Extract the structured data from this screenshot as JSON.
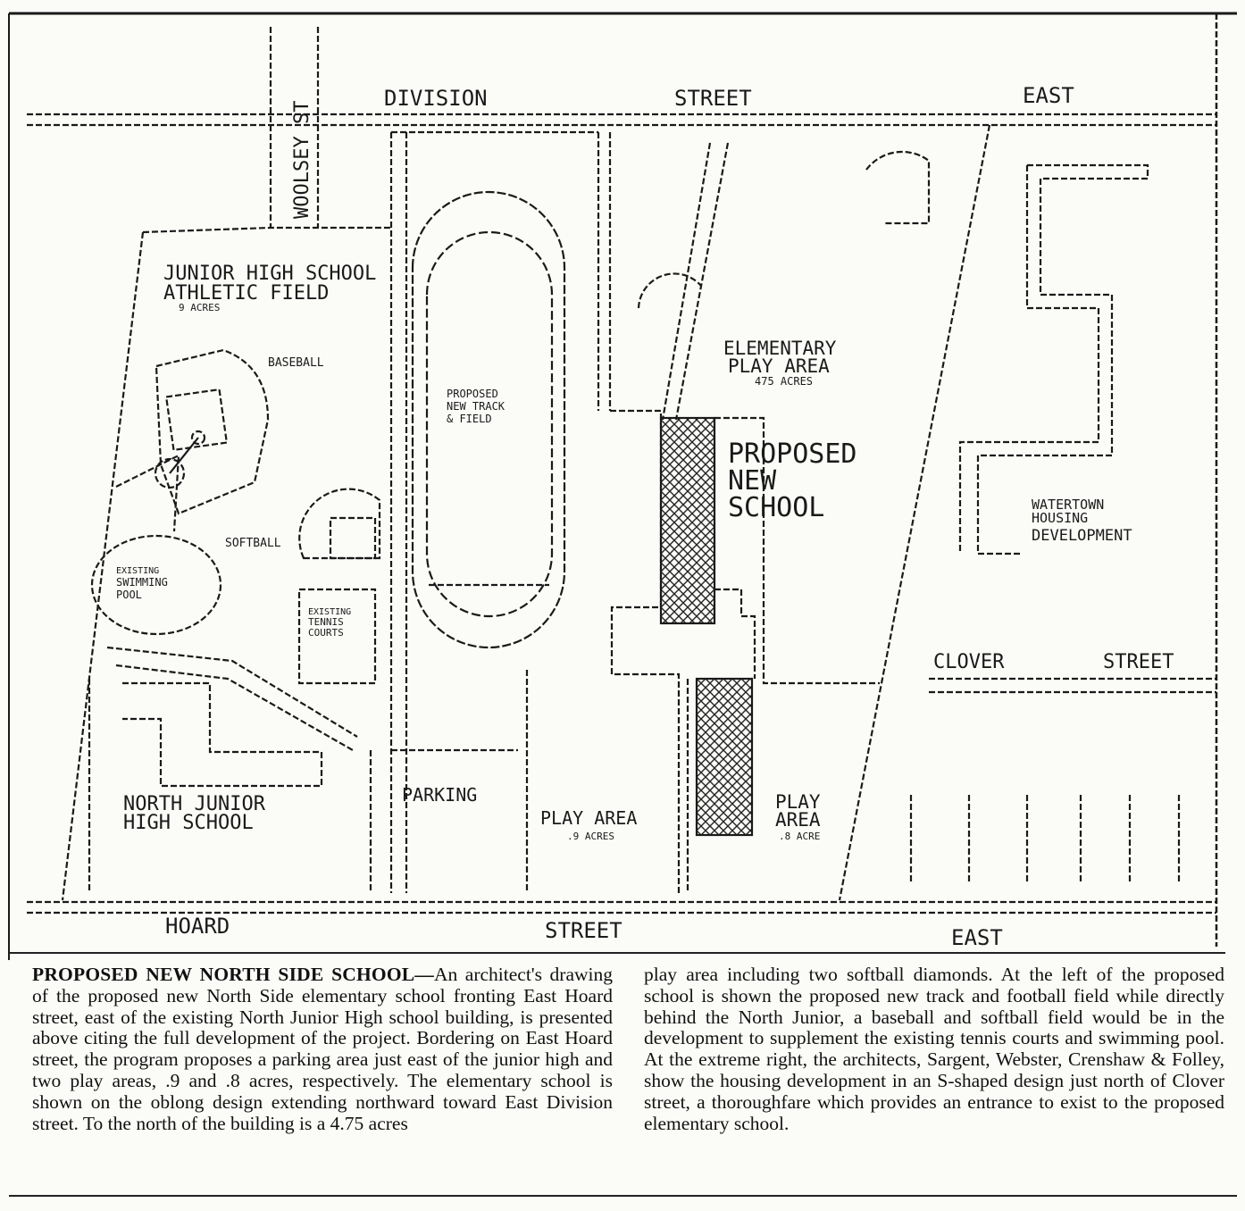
{
  "plan": {
    "streets": {
      "division": "DIVISION",
      "street_top": "STREET",
      "east_top": "EAST",
      "hoard": "HOARD",
      "street_bottom": "STREET",
      "east_bottom": "EAST",
      "woolsey": "WOOLSEY ST",
      "clover": "CLOVER",
      "clover_street": "STREET"
    },
    "areas": {
      "athletic_field_line1": "JUNIOR HIGH SCHOOL",
      "athletic_field_line2": "ATHLETIC FIELD",
      "athletic_field_acres": "9 ACRES",
      "baseball": "BASEBALL",
      "softball": "SOFTBALL",
      "pool_line1": "EXISTING",
      "pool_line2": "SWIMMING",
      "pool_line3": "POOL",
      "tennis_line1": "EXISTING",
      "tennis_line2": "TENNIS",
      "tennis_line3": "COURTS",
      "track_line1": "PROPOSED",
      "track_line2": "NEW TRACK",
      "track_line3": "& FIELD",
      "elem_line1": "ELEMENTARY",
      "elem_line2": "PLAY AREA",
      "elem_acres": "475 ACRES",
      "school_line1": "PROPOSED",
      "school_line2": "NEW",
      "school_line3": "SCHOOL",
      "housing_line1": "WATERTOWN",
      "housing_line2": "HOUSING",
      "housing_line3": "DEVELOPMENT",
      "njh_line1": "NORTH JUNIOR",
      "njh_line2": "HIGH SCHOOL",
      "parking": "PARKING",
      "play_left": "PLAY AREA",
      "play_left_acres": ".9 ACRES",
      "play_right_line1": "PLAY",
      "play_right_line2": "AREA",
      "play_right_acres": ".8 ACRE"
    }
  },
  "caption": {
    "title": "PROPOSED NEW NORTH SIDE SCHOOL—",
    "left_text": "An architect's drawing of the proposed new North Side elementary school fronting East Hoard street, east of the existing North Junior High school building, is presented above citing the full development of the project. Bordering on East Hoard street, the program proposes a parking area just east of the junior high and two play areas, .9 and .8 acres, respectively. The elementary school is shown on the oblong design extending northward toward East Division street. To the north of the building is a 4.75 acres",
    "right_text": "play area including two softball diamonds. At the left of the proposed school is shown the proposed new track and football field while directly behind the North Junior, a baseball and softball field would be in the development to supplement the existing tennis courts and swimming pool. At the extreme right, the architects, Sargent, Webster, Crenshaw & Folley, show the housing development in an S-shaped design just north of Clover street, a thoroughfare which provides an entrance to exist to the proposed elementary school."
  }
}
